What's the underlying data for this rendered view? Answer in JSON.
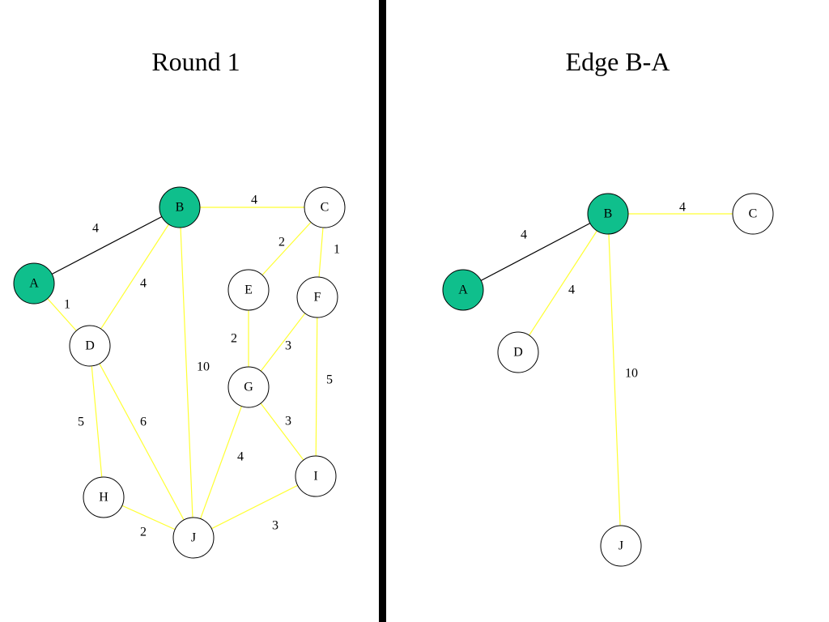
{
  "left_panel": {
    "title": "Round 1",
    "nodes": [
      {
        "id": "A",
        "label": "A",
        "selected": true
      },
      {
        "id": "B",
        "label": "B",
        "selected": true
      },
      {
        "id": "C",
        "label": "C",
        "selected": false
      },
      {
        "id": "D",
        "label": "D",
        "selected": false
      },
      {
        "id": "E",
        "label": "E",
        "selected": false
      },
      {
        "id": "F",
        "label": "F",
        "selected": false
      },
      {
        "id": "G",
        "label": "G",
        "selected": false
      },
      {
        "id": "H",
        "label": "H",
        "selected": false
      },
      {
        "id": "I",
        "label": "I",
        "selected": false
      },
      {
        "id": "J",
        "label": "J",
        "selected": false
      }
    ],
    "edges": [
      {
        "from": "A",
        "to": "B",
        "weight": "4",
        "in_tree": true
      },
      {
        "from": "A",
        "to": "D",
        "weight": "1",
        "in_tree": false
      },
      {
        "from": "B",
        "to": "D",
        "weight": "4",
        "in_tree": false
      },
      {
        "from": "B",
        "to": "C",
        "weight": "4",
        "in_tree": false
      },
      {
        "from": "B",
        "to": "J",
        "weight": "10",
        "in_tree": false
      },
      {
        "from": "C",
        "to": "E",
        "weight": "2",
        "in_tree": false
      },
      {
        "from": "C",
        "to": "F",
        "weight": "1",
        "in_tree": false
      },
      {
        "from": "E",
        "to": "G",
        "weight": "2",
        "in_tree": false
      },
      {
        "from": "F",
        "to": "G",
        "weight": "3",
        "in_tree": false
      },
      {
        "from": "F",
        "to": "I",
        "weight": "5",
        "in_tree": false
      },
      {
        "from": "G",
        "to": "I",
        "weight": "3",
        "in_tree": false
      },
      {
        "from": "G",
        "to": "J",
        "weight": "4",
        "in_tree": false
      },
      {
        "from": "D",
        "to": "H",
        "weight": "5",
        "in_tree": false
      },
      {
        "from": "D",
        "to": "J",
        "weight": "6",
        "in_tree": false
      },
      {
        "from": "H",
        "to": "J",
        "weight": "2",
        "in_tree": false
      },
      {
        "from": "I",
        "to": "J",
        "weight": "3",
        "in_tree": false
      }
    ]
  },
  "right_panel": {
    "title": "Edge B-A",
    "nodes": [
      {
        "id": "A",
        "label": "A",
        "selected": true
      },
      {
        "id": "B",
        "label": "B",
        "selected": true
      },
      {
        "id": "C",
        "label": "C",
        "selected": false
      },
      {
        "id": "D",
        "label": "D",
        "selected": false
      },
      {
        "id": "J",
        "label": "J",
        "selected": false
      }
    ],
    "edges": [
      {
        "from": "B",
        "to": "A",
        "weight": "4",
        "in_tree": true
      },
      {
        "from": "B",
        "to": "C",
        "weight": "4",
        "in_tree": false
      },
      {
        "from": "B",
        "to": "D",
        "weight": "4",
        "in_tree": false
      },
      {
        "from": "B",
        "to": "J",
        "weight": "10",
        "in_tree": false
      }
    ]
  },
  "colors": {
    "selected_node_fill": "#0fbf8c",
    "node_fill": "#ffffff",
    "tree_edge": "#000000",
    "candidate_edge": "#ffff33"
  }
}
